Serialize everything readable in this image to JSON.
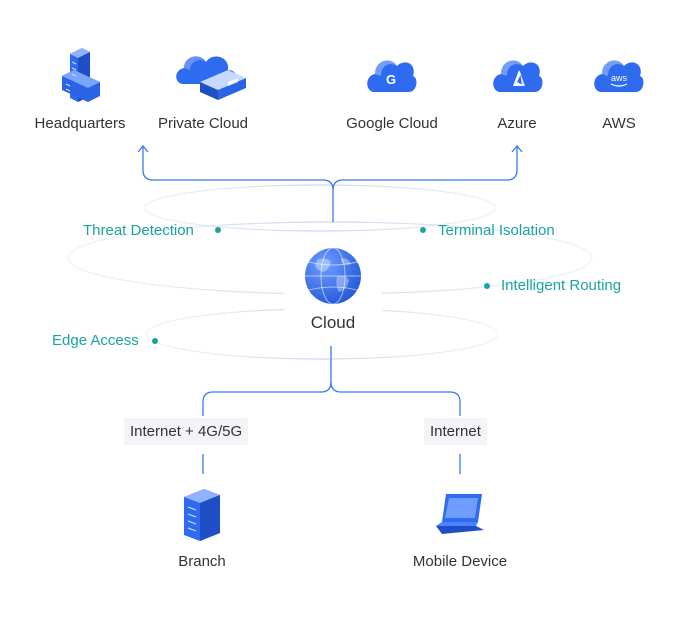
{
  "destinations": [
    {
      "label": "Headquarters",
      "icon": "building-icon"
    },
    {
      "label": "Private Cloud",
      "icon": "private-cloud-icon"
    },
    {
      "label": "Google Cloud",
      "icon": "google-cloud-icon"
    },
    {
      "label": "Azure",
      "icon": "azure-cloud-icon"
    },
    {
      "label": "AWS",
      "icon": "aws-cloud-icon"
    }
  ],
  "features": {
    "threat_detection": "Threat Detection",
    "terminal_isolation": "Terminal Isolation",
    "intelligent_routing": "Intelligent Routing",
    "edge_access": "Edge Access"
  },
  "core": {
    "label": "Cloud",
    "icon": "globe-icon"
  },
  "connections": {
    "left": "Internet + 4G/5G",
    "right": "Internet"
  },
  "endpoints": [
    {
      "label": "Branch",
      "icon": "server-icon"
    },
    {
      "label": "Mobile Device",
      "icon": "laptop-icon"
    }
  ],
  "colors": {
    "line": "#3a78f2",
    "feature_text": "#1aa3a0",
    "icon_blue": "#2f6bf0",
    "ring": "#d6e2f5",
    "box_bg": "#f2f4f7"
  }
}
